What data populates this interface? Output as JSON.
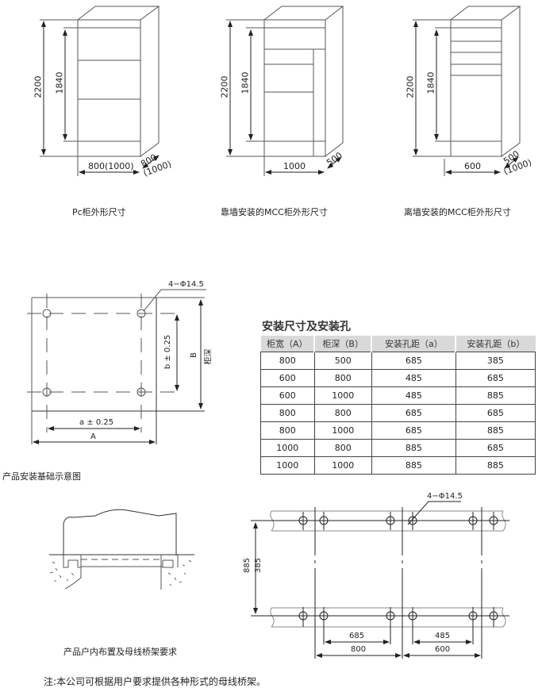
{
  "cabinets": [
    {
      "caption": "Pc柜外形尺寸",
      "height": "2200",
      "inner_height": "1840",
      "width": "800(1000)",
      "depth": "800",
      "depth_alt": "(1000)"
    },
    {
      "caption": "靠墙安装的MCC柜外形尺寸",
      "height": "2200",
      "inner_height": "1840",
      "width": "1000",
      "depth": "500"
    },
    {
      "caption": "离墙安装的MCC柜外形尺寸",
      "height": "2200",
      "inner_height": "1840",
      "width": "600",
      "depth": "500",
      "depth_alt": "(1000)"
    }
  ],
  "foundation": {
    "hole_label": "4−Φ14.5",
    "a_label": "a ± 0.25",
    "A_label": "A",
    "b_label": "b ± 0.25",
    "B_label": "B",
    "depth_label": "柜深",
    "caption": "产品安装基础示意图"
  },
  "spec_table": {
    "title": "安装尺寸及安装孔",
    "headers": [
      "柜宽（A）",
      "柜深（B）",
      "安装孔距（a）",
      "安装孔距（b）"
    ],
    "rows": [
      [
        "800",
        "500",
        "685",
        "385"
      ],
      [
        "600",
        "800",
        "485",
        "685"
      ],
      [
        "600",
        "1000",
        "485",
        "885"
      ],
      [
        "800",
        "800",
        "685",
        "685"
      ],
      [
        "800",
        "1000",
        "685",
        "885"
      ],
      [
        "1000",
        "800",
        "885",
        "685"
      ],
      [
        "1000",
        "1000",
        "885",
        "885"
      ]
    ]
  },
  "layout_diagram": {
    "caption": "产品户内布置及母线桥架要求"
  },
  "busbar": {
    "hole_label": "4−Φ14.5",
    "dim_885": "885",
    "dim_385": "385",
    "dim_685": "685",
    "dim_800": "800",
    "dim_485": "485",
    "dim_600": "600"
  },
  "note": "注:本公司可根据用户要求提供各种形式的母线桥架。"
}
